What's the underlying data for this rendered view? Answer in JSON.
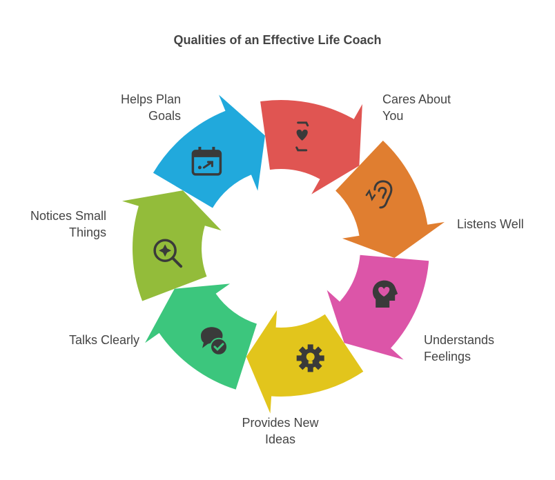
{
  "title": "Qualities of an Effective Life Coach",
  "segments": [
    {
      "label_lines": [
        "Cares About",
        "You"
      ],
      "color": "#E05552",
      "icon": "caring-hands-heart-icon"
    },
    {
      "label_lines": [
        "Listens Well"
      ],
      "color": "#E07E30",
      "icon": "ear-icon"
    },
    {
      "label_lines": [
        "Understands",
        "Feelings"
      ],
      "color": "#DC55A8",
      "icon": "head-heart-icon"
    },
    {
      "label_lines": [
        "Provides New",
        "Ideas"
      ],
      "color": "#E2C51C",
      "icon": "gear-bulb-icon"
    },
    {
      "label_lines": [
        "Talks Clearly"
      ],
      "color": "#3CC67D",
      "icon": "chat-check-icon"
    },
    {
      "label_lines": [
        "Notices Small",
        "Things"
      ],
      "color": "#93BC3A",
      "icon": "magnifier-sparkle-icon"
    },
    {
      "label_lines": [
        "Helps Plan",
        "Goals"
      ],
      "color": "#21A9DC",
      "icon": "calendar-plan-icon"
    }
  ]
}
